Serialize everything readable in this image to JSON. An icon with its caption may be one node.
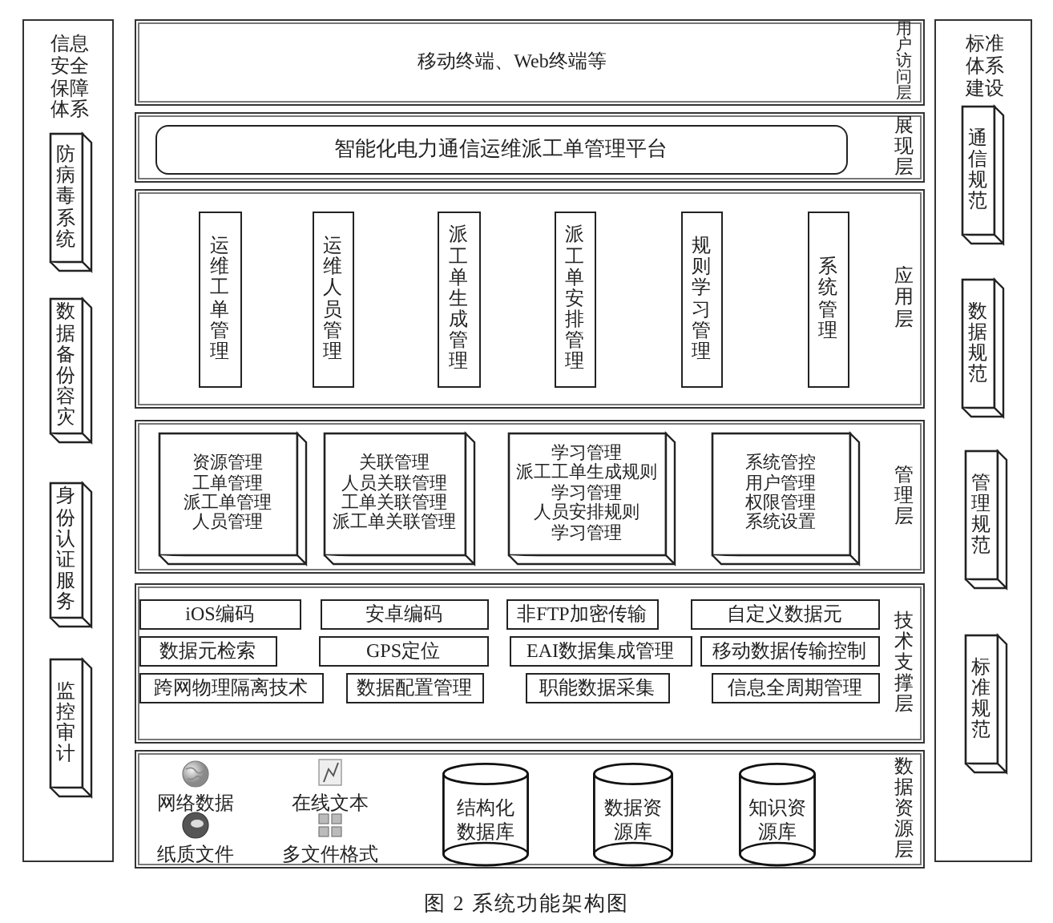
{
  "diagram": {
    "caption": "图 2 系统功能架构图",
    "nodes": [
      {
        "text": [
          "信息安全保障体系"
        ]
      },
      {
        "text": [
          "防病毒系统"
        ],
        "in": 0
      },
      {
        "text": [
          "数据备份容灾"
        ],
        "in": 0
      },
      {
        "text": [
          "身份认证服务"
        ],
        "in": 0
      },
      {
        "text": [
          "监控审计"
        ],
        "in": 0
      },
      {
        "text": [
          "移动终端、Web终端等",
          "用户访问层"
        ]
      },
      {
        "text": [
          "展现层"
        ]
      },
      {
        "text": [
          "智能化电力通信运维派工单管理平台"
        ],
        "in": 6
      },
      {
        "text": [
          "应用层"
        ]
      },
      {
        "text": [
          "运维工单管理"
        ],
        "in": 8
      },
      {
        "text": [
          "运维人员管理"
        ],
        "in": 8
      },
      {
        "text": [
          "派工单生成管理"
        ],
        "in": 8
      },
      {
        "text": [
          "派工单安排管理"
        ],
        "in": 8
      },
      {
        "text": [
          "规则学习管理"
        ],
        "in": 8
      },
      {
        "text": [
          "系统管理"
        ],
        "in": 8
      },
      {
        "text": [
          "管理层"
        ]
      },
      {
        "text": [
          "资源管理",
          "工单管理",
          "派工单管理",
          "人员管理"
        ],
        "in": 15
      },
      {
        "text": [
          "关联管理",
          "人员关联管理",
          "工单关联管理",
          "派工单关联管理"
        ],
        "in": 15
      },
      {
        "text": [
          "学习管理",
          "派工工单生成规则",
          "学习管理",
          "人员安排规则",
          "学习管理"
        ],
        "in": 15
      },
      {
        "text": [
          "系统管控",
          "用户管理",
          "权限管理",
          "系统设置"
        ],
        "in": 15
      },
      {
        "text": [
          "技术支撑层"
        ]
      },
      {
        "text": [
          "iOS编码"
        ],
        "in": 20
      },
      {
        "text": [
          "安卓编码"
        ],
        "in": 20
      },
      {
        "text": [
          "非FTP加密传输"
        ],
        "in": 20
      },
      {
        "text": [
          "自定义数据元"
        ],
        "in": 20
      },
      {
        "text": [
          "数据元检索"
        ],
        "in": 20
      },
      {
        "text": [
          "GPS定位"
        ],
        "in": 20
      },
      {
        "text": [
          "EAI数据集成管理"
        ],
        "in": 20
      },
      {
        "text": [
          "移动数据传输控制"
        ],
        "in": 20
      },
      {
        "text": [
          "跨网物理隔离技术"
        ],
        "in": 20
      },
      {
        "text": [
          "数据配置管理"
        ],
        "in": 20
      },
      {
        "text": [
          "职能数据采集"
        ],
        "in": 20
      },
      {
        "text": [
          "信息全周期管理"
        ],
        "in": 20
      },
      {
        "text": [
          "数据资源层"
        ]
      },
      {
        "text": [
          "结构化数据库"
        ],
        "in": 33
      },
      {
        "text": [
          "数据资源库"
        ],
        "in": 33
      },
      {
        "text": [
          "知识资源库"
        ],
        "in": 33
      },
      {
        "text": [
          "标准体系建设"
        ]
      },
      {
        "text": [
          "通信规范"
        ],
        "in": 37
      },
      {
        "text": [
          "数据规范"
        ],
        "in": 37
      },
      {
        "text": [
          "管理规范"
        ],
        "in": 37
      },
      {
        "text": [
          "标准规范"
        ],
        "in": 37
      }
    ],
    "labels": [
      "网络数据",
      "纸质文件",
      "在线文本",
      "多文件格式"
    ]
  }
}
